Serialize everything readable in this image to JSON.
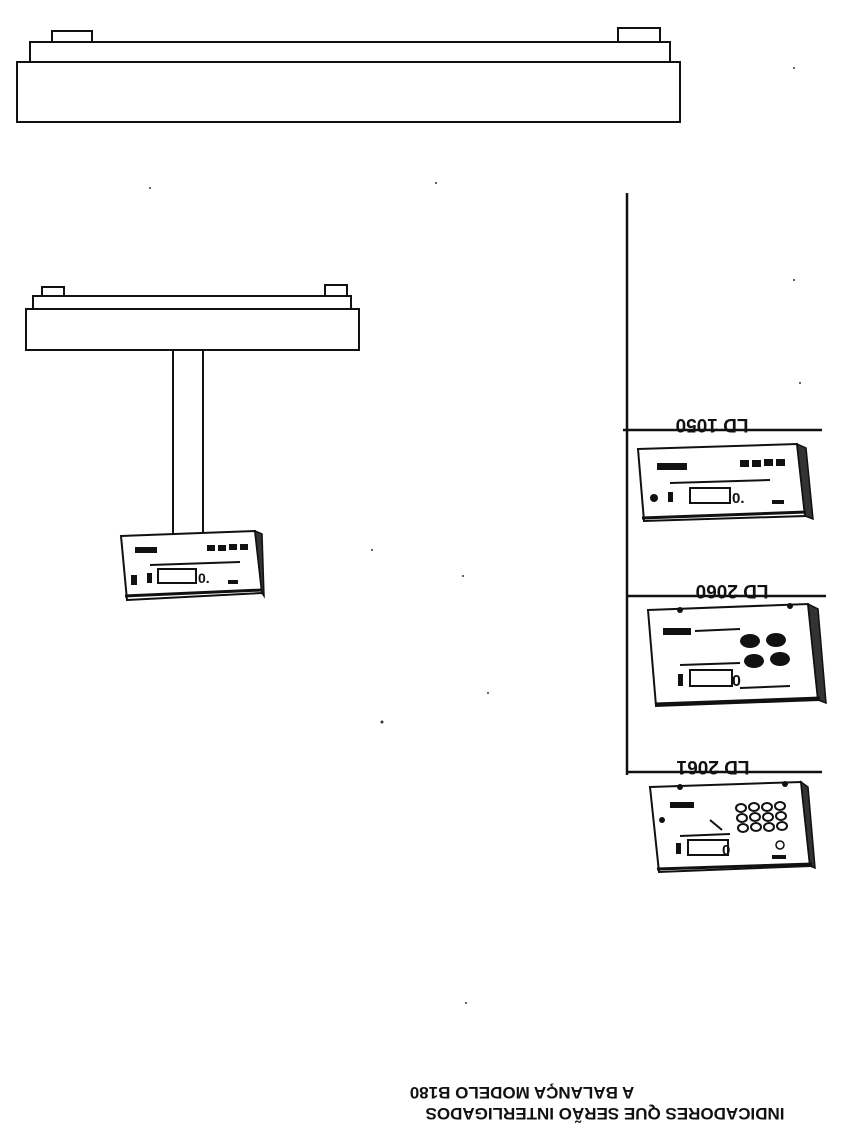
{
  "indicators": [
    {
      "model": "LD 1050"
    },
    {
      "model": "LD 2060"
    },
    {
      "model": "LD 2061"
    }
  ],
  "caption": {
    "line1": "A BALANÇA  MODELO B180",
    "line2": "INDICADORES QUE SERÃO INTERLIGADOS"
  }
}
